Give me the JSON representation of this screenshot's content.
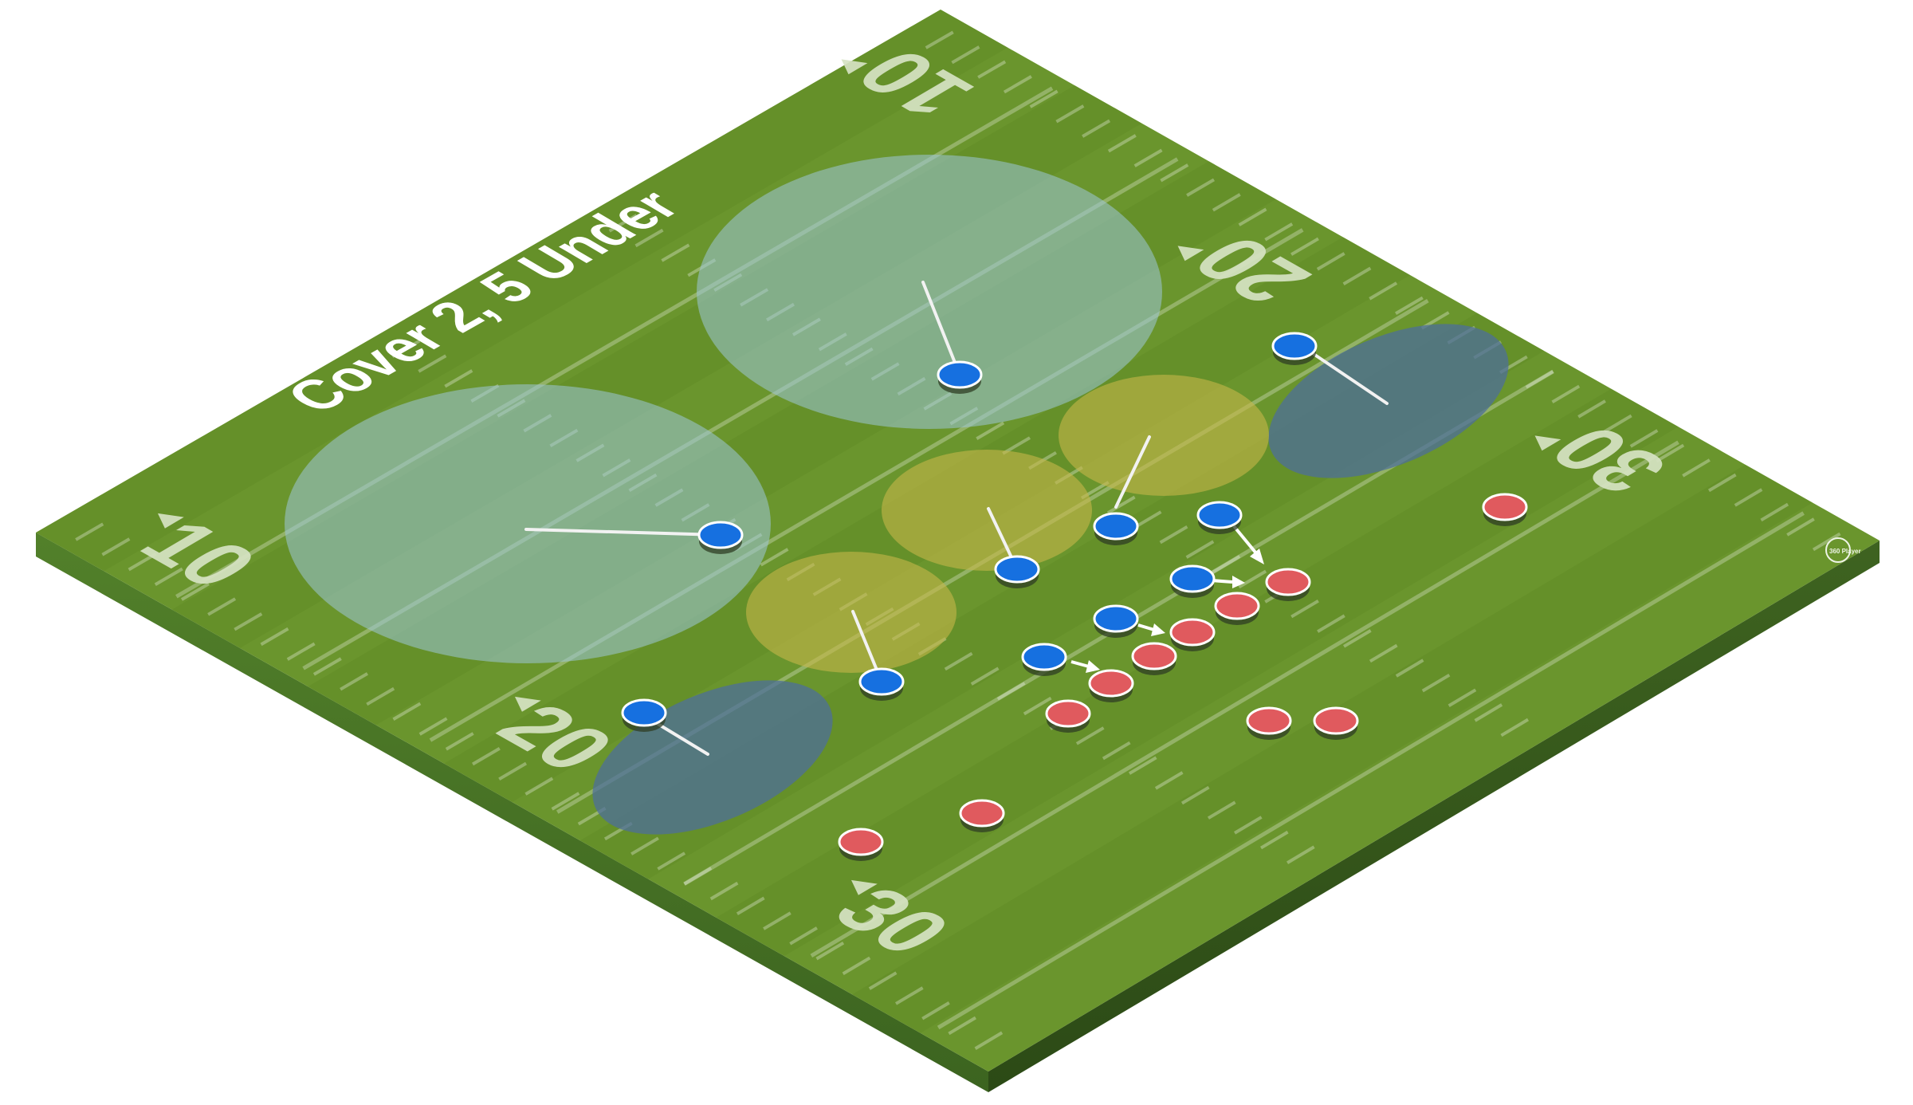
{
  "diagram": {
    "title": "Cover 2, 5 Under",
    "logo": "360 Player"
  },
  "yard_markers": {
    "near_sideline": [
      "10",
      "20",
      "30"
    ],
    "far_sideline": [
      "10",
      "20",
      "30"
    ]
  },
  "zones": [
    {
      "kind": "deep",
      "label": "deep-half-left"
    },
    {
      "kind": "deep",
      "label": "deep-half-right"
    },
    {
      "kind": "flat",
      "label": "flat-left"
    },
    {
      "kind": "flat",
      "label": "flat-right"
    },
    {
      "kind": "hook",
      "label": "hook-curl-left"
    },
    {
      "kind": "hook",
      "label": "hook-middle"
    },
    {
      "kind": "hook",
      "label": "hook-curl-right"
    }
  ],
  "defense": {
    "color": "#1670e0",
    "player_count": 11
  },
  "offense": {
    "color": "#e05a5e",
    "player_count": 11
  },
  "colors": {
    "field_light": "#6f9a2e",
    "field_dark": "#5f8a25",
    "field_side_left": "#46701d",
    "field_side_right": "#34561a",
    "deep_zone": "#9cc6d8",
    "hook_zone": "#c7b84a",
    "flat_zone": "#4d6f9a",
    "defense": "#1670e0",
    "offense": "#e05a5e"
  }
}
